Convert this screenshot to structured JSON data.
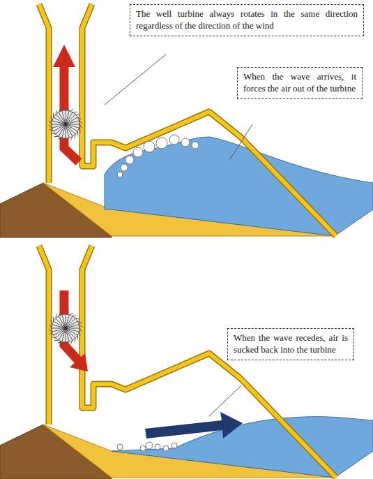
{
  "diagram": {
    "nodes": [
      {
        "text": [
          "The well turbine always rotates in the same direction regardless of the direction of the wind"
        ]
      },
      {
        "text": [
          "When the wave arrives, it forces the air out of the turbine"
        ]
      },
      {
        "text": [
          "When the wave recedes, air is sucked back into the turbine"
        ]
      }
    ]
  }
}
